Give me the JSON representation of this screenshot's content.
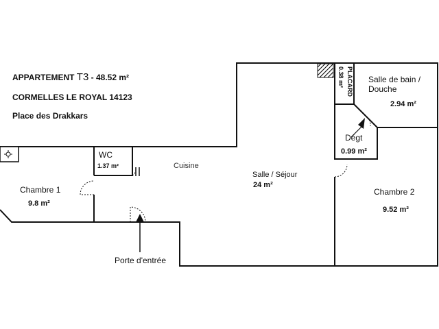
{
  "header": {
    "line1_prefix": "APPARTEMENT",
    "line1_type": "T3",
    "line1_suffix": "-  48.52 m²",
    "line2": "CORMELLES LE ROYAL 14123",
    "line3": "Place des Drakkars"
  },
  "rooms": {
    "wc": {
      "name": "WC",
      "area": "1.37 m²"
    },
    "cuisine": {
      "name": "Cuisine"
    },
    "salle": {
      "name": "Salle / Séjour",
      "area": "24 m²"
    },
    "chambre1": {
      "name": "Chambre 1",
      "area": "9.8 m²"
    },
    "chambre2": {
      "name": "Chambre 2",
      "area": "9.52 m²"
    },
    "sdb": {
      "name_line1": "Salle de bain /",
      "name_line2": "Douche",
      "area": "2.94 m²"
    },
    "degt": {
      "name": "Dégt",
      "area": "0.99 m²"
    },
    "placard": {
      "name": "PLACARD",
      "area": "0.38 m²"
    }
  },
  "entrance": {
    "label": "Porte d'entrée"
  },
  "symbols": {
    "electrical_panel": "electrical-panel-icon",
    "duct": "hatched-duct"
  }
}
